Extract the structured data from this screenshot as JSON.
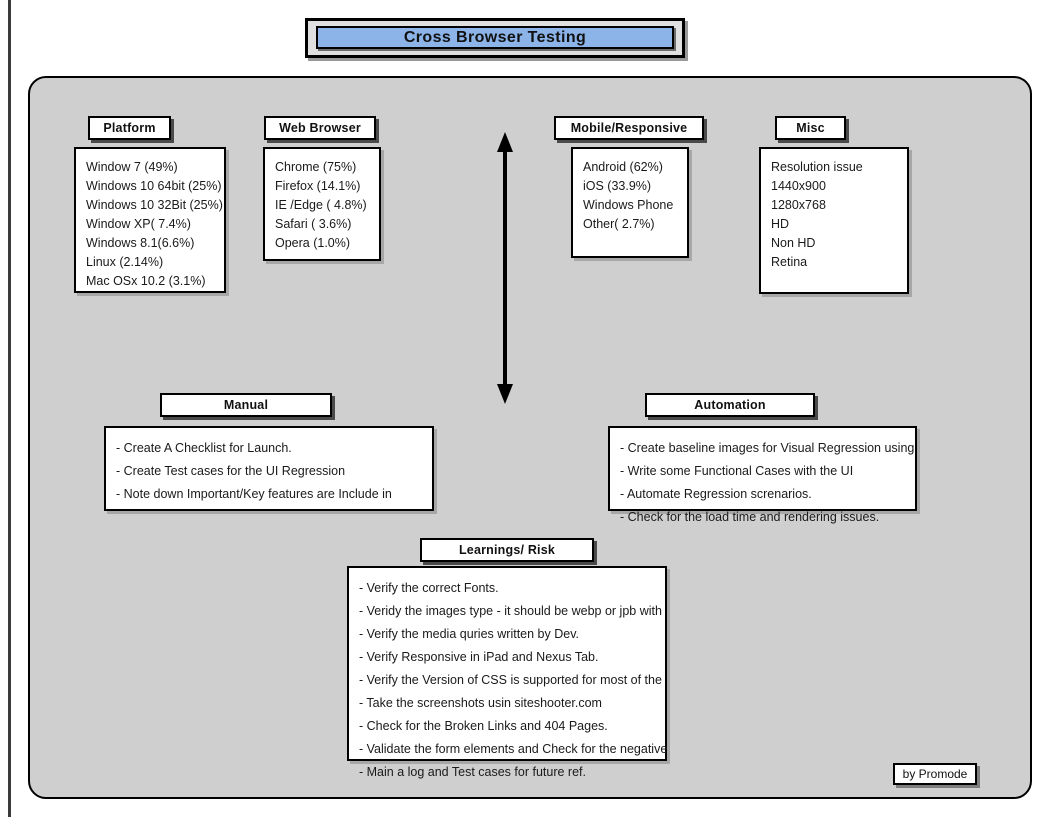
{
  "title": {
    "text": "Cross Browser Testing"
  },
  "colors": {
    "title_bar": "#8cb4e8",
    "canvas_bg": "#cfcfcf",
    "panel_bg": "#ffffff",
    "border": "#000000"
  },
  "sections": {
    "platform": {
      "header": "Platform",
      "items": [
        "Window 7 (49%)",
        "Windows 10 64bit (25%)",
        "Windows 10 32Bit (25%)",
        "Window XP( 7.4%)",
        "Windows 8.1(6.6%)",
        "Linux (2.14%)",
        "Mac OSx 10.2 (3.1%)"
      ]
    },
    "web_browser": {
      "header": "Web Browser",
      "items": [
        "Chrome (75%)",
        "Firefox   (14.1%)",
        "IE /Edge ( 4.8%)",
        "Safari ( 3.6%)",
        "Opera (1.0%)"
      ]
    },
    "mobile": {
      "header": "Mobile/Responsive",
      "items": [
        "Android (62%)",
        "iOS   (33.9%)",
        "Windows Phone",
        "Other( 2.7%)"
      ]
    },
    "misc": {
      "header": "Misc",
      "items": [
        "Resolution issue",
        " 1440x900",
        "1280x768",
        "HD",
        "Non HD",
        "Retina"
      ]
    },
    "manual": {
      "header": "Manual",
      "items": [
        "- Create A Checklist for Launch.",
        "- Create Test cases for the UI Regression",
        "- Note down Important/Key features are Include in"
      ]
    },
    "automation": {
      "header": "Automation",
      "items": [
        "- Create baseline images for Visual Regression using",
        "- Write some Functional Cases with the UI",
        "- Automate Regression screnarios.",
        "- Check for the load time and rendering issues."
      ]
    },
    "learnings": {
      "header": "Learnings/ Risk",
      "items": [
        "- Verify the correct Fonts.",
        "- Veridy the images type - it should be webp or jpb with",
        "- Verify the media quries written by Dev.",
        "- Verify Responsive in iPad and Nexus Tab.",
        "- Verify the Version of CSS is supported for most of the",
        "- Take the screenshots usin siteshooter.com",
        "- Check for the Broken Links and 404 Pages.",
        "- Validate the form elements and Check for the negative",
        "- Main a log and Test cases for future ref."
      ]
    }
  },
  "credit": {
    "text": "by Promode"
  }
}
